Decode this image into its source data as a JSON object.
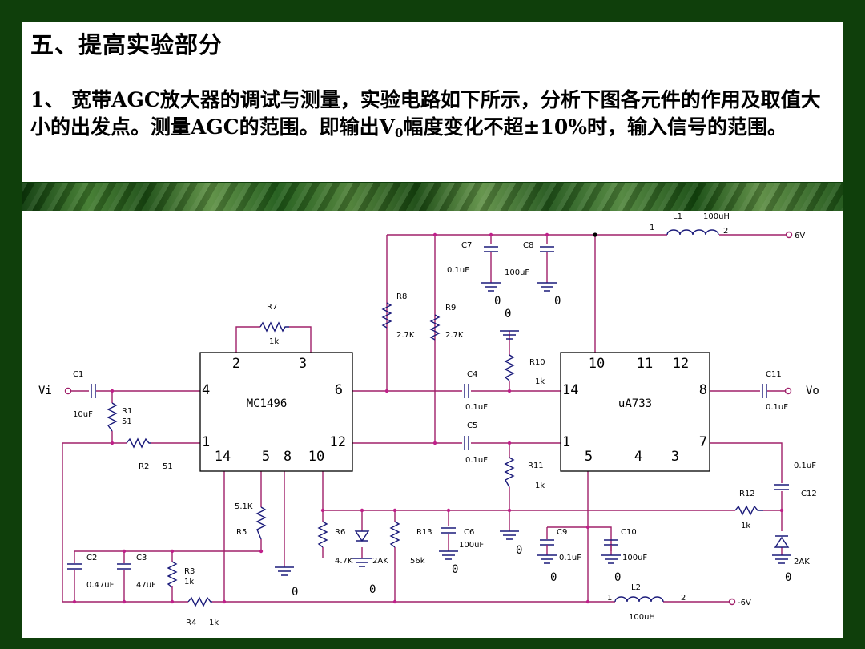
{
  "slide": {
    "title": "五、提高实验部分",
    "paragraph_part1": "1、 宽带AGC放大器的调试与测量，实验电路如下所示，分析下图各元件的作用及取值大小的出发点。测量AGC的范围。即输出V",
    "paragraph_sub": "0",
    "paragraph_part2": "幅度变化不超±10%时，输入信号的范围。"
  },
  "circuit": {
    "ic1_name": "MC1496",
    "ic2_name": "uA733",
    "ic1_pins": {
      "p2": "2",
      "p3": "3",
      "p4": "4",
      "p6": "6",
      "p1": "1",
      "p12": "12",
      "p14": "14",
      "p5": "5",
      "p8": "8",
      "p10": "10"
    },
    "ic2_pins": {
      "p10": "10",
      "p11": "11",
      "p12": "12",
      "p14": "14",
      "p8": "8",
      "p1": "1",
      "p7": "7",
      "p5": "5",
      "p4": "4",
      "p3": "3"
    },
    "vi": "Vi",
    "vo": "Vo",
    "pos_rail": "6V",
    "neg_rail": "-6V",
    "L1": {
      "name": "L1",
      "value": "100uH",
      "pin1": "1",
      "pin2": "2"
    },
    "L2": {
      "name": "L2",
      "value": "100uH",
      "pin1": "1",
      "pin2": "2"
    },
    "C1": {
      "name": "C1",
      "value": "10uF"
    },
    "R1": {
      "name": "R1",
      "value": "51"
    },
    "R2": {
      "name": "R2",
      "value": "51"
    },
    "R7": {
      "name": "R7",
      "value": "1k"
    },
    "R8": {
      "name": "R8",
      "value": "2.7K"
    },
    "R9": {
      "name": "R9",
      "value": "2.7K"
    },
    "C7": {
      "name": "C7",
      "value": "0.1uF"
    },
    "C8": {
      "name": "C8",
      "value": "100uF"
    },
    "R10": {
      "name": "R10",
      "value": "1k"
    },
    "C4": {
      "name": "C4",
      "value": "0.1uF"
    },
    "C5": {
      "name": "C5",
      "value": "0.1uF"
    },
    "R11": {
      "name": "R11",
      "value": "1k"
    },
    "C11": {
      "name": "C11",
      "value": "0.1uF"
    },
    "C12": {
      "name": "C12",
      "value": "0.1uF"
    },
    "R12": {
      "name": "R12",
      "value": "1k"
    },
    "D2": {
      "value": "2AK"
    },
    "D1": {
      "value": "2AK"
    },
    "R5": {
      "name": "R5",
      "value": "5.1K"
    },
    "R6": {
      "name": "R6",
      "value": "4.7K"
    },
    "R13": {
      "name": "R13",
      "value": "56k"
    },
    "C6": {
      "name": "C6",
      "value": "100uF"
    },
    "C9": {
      "name": "C9",
      "value": "0.1uF"
    },
    "C10": {
      "name": "C10",
      "value": "100uF"
    },
    "C2": {
      "name": "C2",
      "value": "0.47uF"
    },
    "C3": {
      "name": "C3",
      "value": "47uF"
    },
    "R3": {
      "name": "R3",
      "value": "1k"
    },
    "R4": {
      "name": "R4",
      "value": "1k"
    },
    "ground_label": "0"
  }
}
